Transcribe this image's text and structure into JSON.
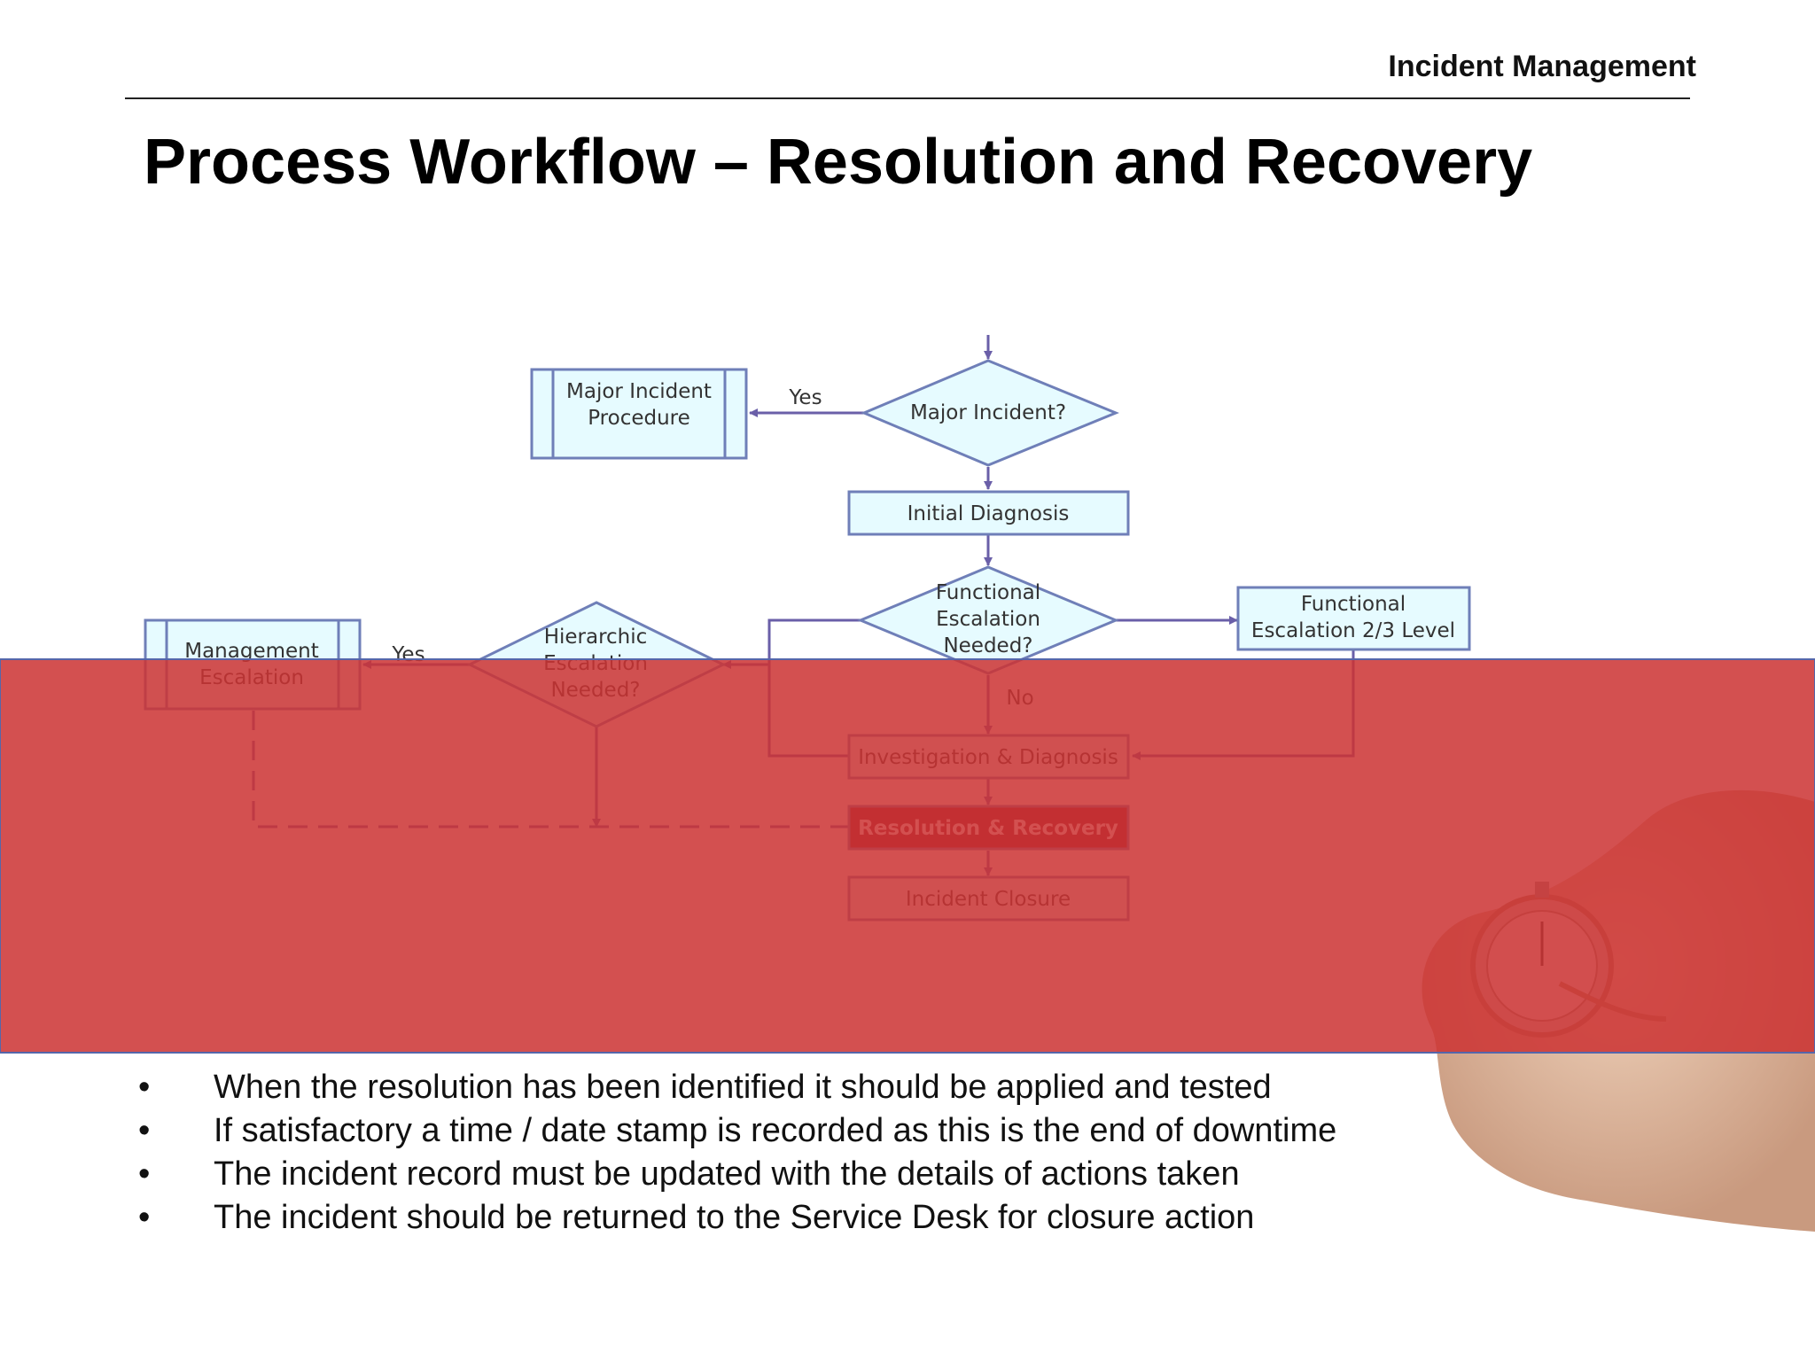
{
  "header": {
    "section_title": "Incident Management"
  },
  "page": {
    "title": "Process Workflow – Resolution and Recovery"
  },
  "diagram": {
    "major_incident_procedure": [
      "Major Incident",
      "Procedure"
    ],
    "major_incident_decision": [
      "Major Incident?"
    ],
    "initial_diagnosis": [
      "Initial Diagnosis"
    ],
    "functional_escalation_decision": [
      "Functional",
      "Escalation",
      "Needed?"
    ],
    "functional_escalation_level": [
      "Functional",
      "Escalation 2/3 Level"
    ],
    "hierarchic_escalation_decision": [
      "Hierarchic",
      "Escalation",
      "Needed?"
    ],
    "management_escalation": [
      "Management",
      "Escalation"
    ],
    "investigation_diagnosis": [
      "Investigation & Diagnosis"
    ],
    "resolution_recovery": [
      "Resolution & Recovery"
    ],
    "incident_closure": [
      "Incident Closure"
    ],
    "label_yes_major": "Yes",
    "label_yes_hierarchic": "Yes",
    "label_no_functional": "No"
  },
  "bullets": [
    "When the resolution has been identified it should be applied and tested",
    "If satisfactory a time / date stamp is recorded as this is the end of downtime",
    "The incident record must be updated with the details of actions taken",
    "The incident should be returned to the Service Desk for closure action"
  ],
  "colors": {
    "overlay_red": "#cc3333",
    "flow_line": "#6a5fa8",
    "box_fill": "#e6fbff",
    "box_border": "#6f7fb8",
    "highlight_fill": "#8b1a2a"
  }
}
